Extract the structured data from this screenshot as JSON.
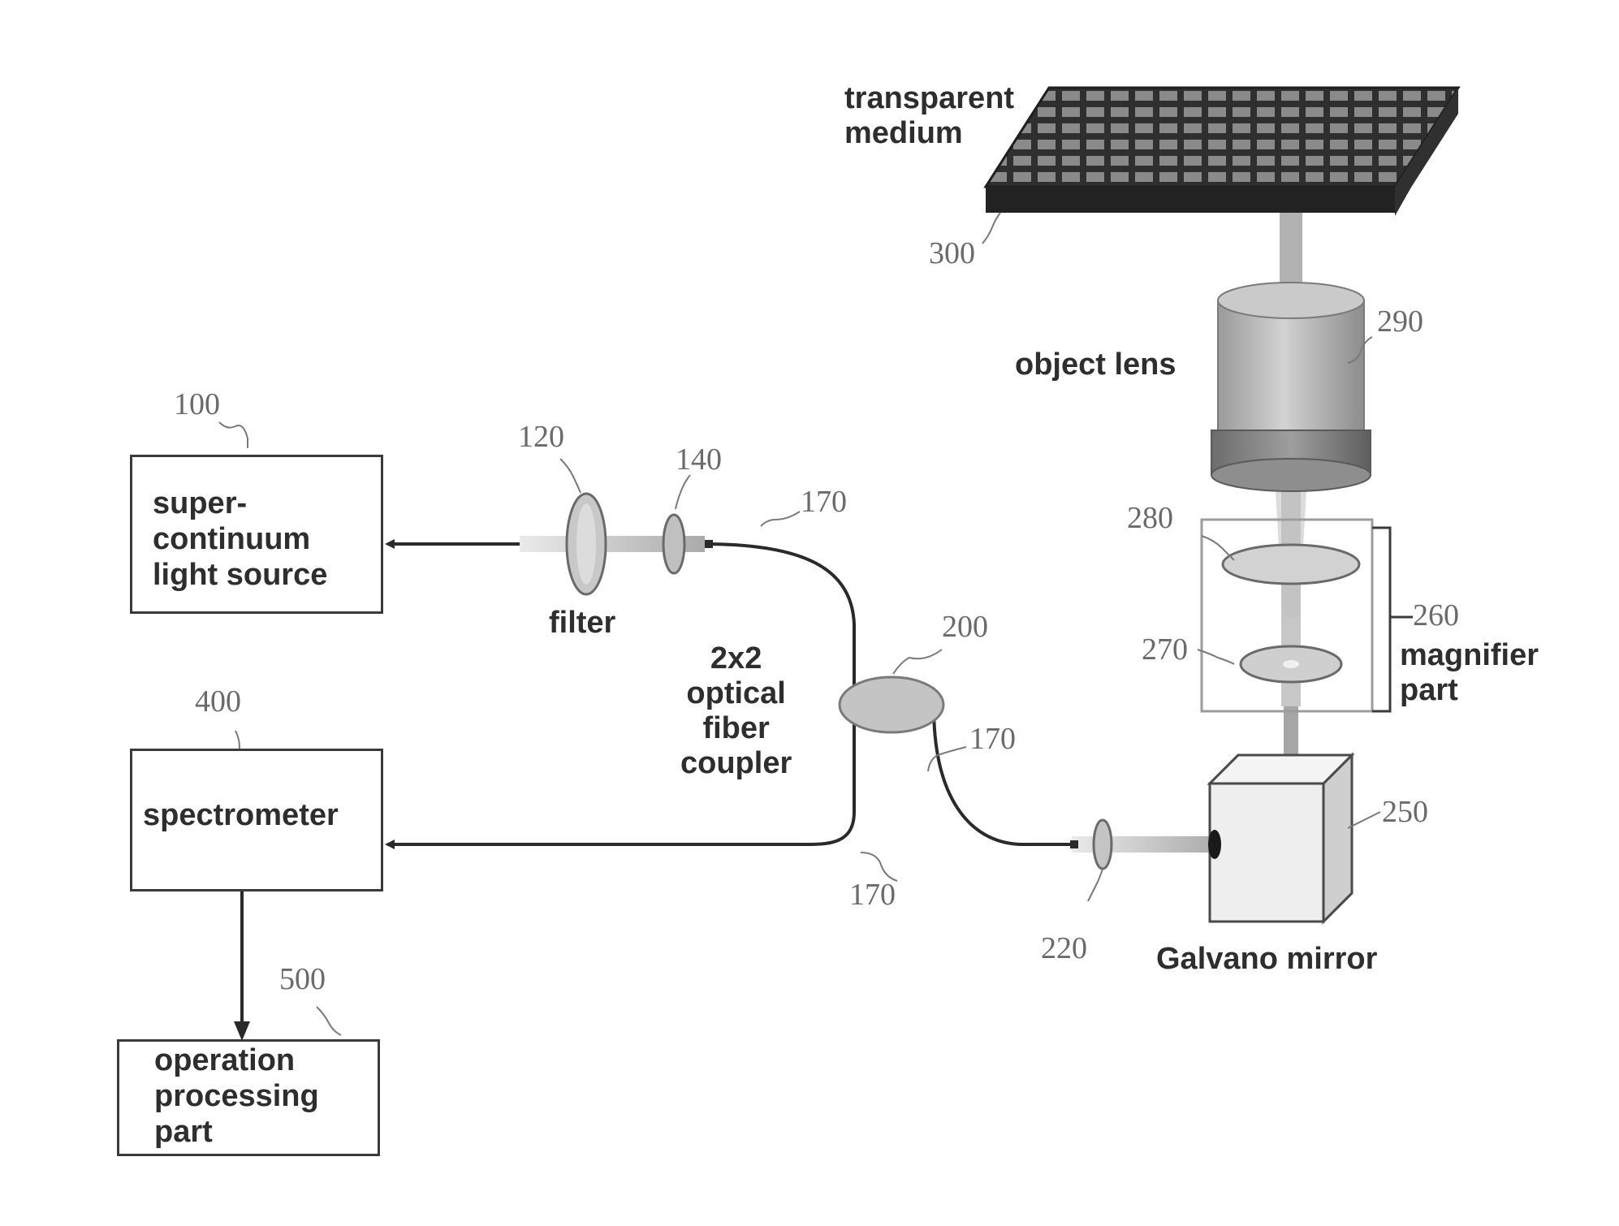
{
  "components": {
    "light_source": {
      "label": "super-\ncontinuum\nlight source",
      "ref": "100"
    },
    "spectrometer": {
      "label": "spectrometer",
      "ref": "400"
    },
    "operation_part": {
      "label": "operation\nprocessing\npart",
      "ref": "500"
    },
    "filter": {
      "label": "filter",
      "ref": "120"
    },
    "lens_140": {
      "ref": "140"
    },
    "fiber": {
      "ref": "170"
    },
    "coupler": {
      "label": "2x2\noptical\nfiber\ncoupler",
      "ref": "200"
    },
    "lens_220": {
      "ref": "220"
    },
    "galvano_mirror": {
      "label": "Galvano mirror",
      "ref": "250"
    },
    "magnifier_part": {
      "label": "magnifier\npart",
      "ref": "260"
    },
    "lens_270": {
      "ref": "270"
    },
    "lens_280": {
      "ref": "280"
    },
    "object_lens": {
      "label": "object lens",
      "ref": "290"
    },
    "transparent_medium": {
      "label": "transparent\nmedium",
      "ref": "300"
    }
  },
  "colors": {
    "line": "#2a2a2a",
    "box_border": "#3a3a3a",
    "beam": "#a8a8a8",
    "lens_fill": "#c4c4c4",
    "medium_top": "#3a3a3a",
    "object_lens_body": "#b0b0b0"
  }
}
